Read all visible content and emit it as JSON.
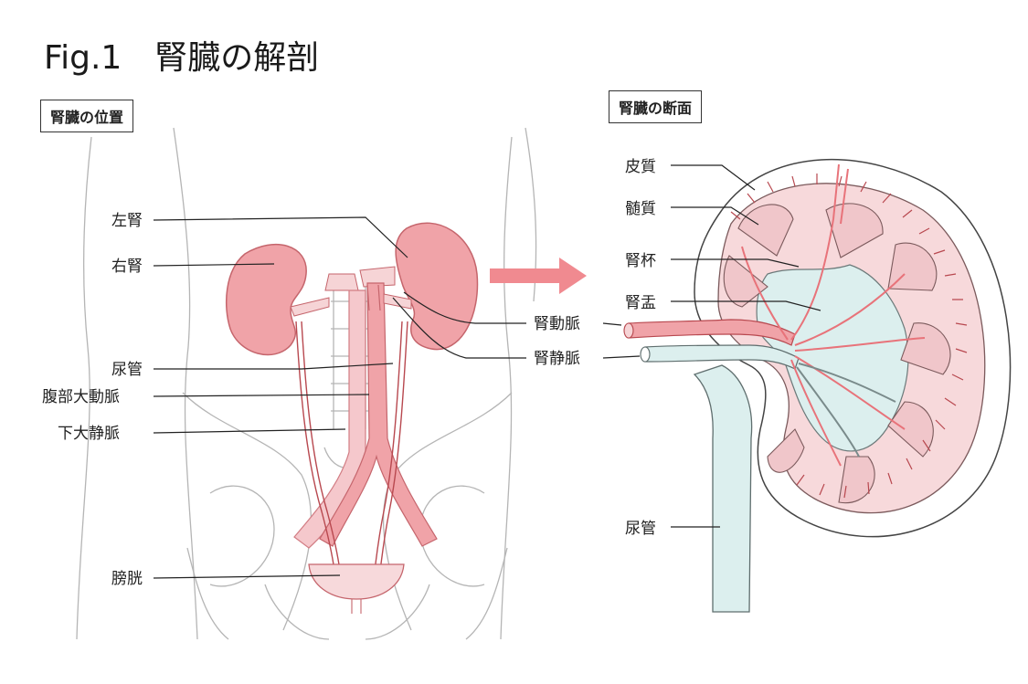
{
  "title": "Fig.1　腎臓の解剖",
  "panels": {
    "position": {
      "heading": "腎臓の位置",
      "labels": {
        "left_kidney": "左腎",
        "right_kidney": "右腎",
        "ureter": "尿管",
        "abdominal_aorta": "腹部大動脈",
        "inferior_vena_cava": "下大静脈",
        "bladder": "膀胱"
      }
    },
    "section": {
      "heading": "腎臓の断面",
      "labels": {
        "cortex": "皮質",
        "medulla": "髄質",
        "calyx": "腎杯",
        "pelvis": "腎盂",
        "renal_artery": "腎動脈",
        "renal_vein": "腎静脈",
        "ureter": "尿管"
      }
    }
  },
  "colors": {
    "kidney": "#f0a3a8",
    "vessel": "#e8737a",
    "cortex": "#f7d9db",
    "pelvis": "#dcefee",
    "arrow": "#f08a90"
  }
}
